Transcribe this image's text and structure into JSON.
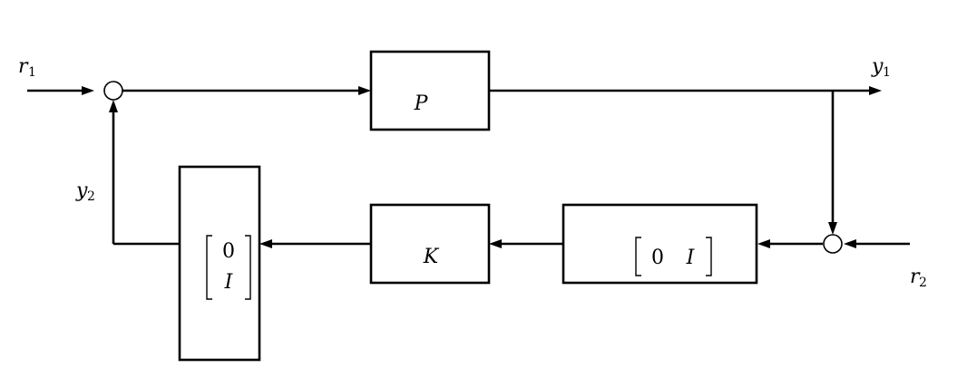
{
  "signals": {
    "r1": {
      "main": "r",
      "sub": "1"
    },
    "y1": {
      "main": "y",
      "sub": "1"
    },
    "y2": {
      "main": "y",
      "sub": "2"
    },
    "r2": {
      "main": "r",
      "sub": "2"
    }
  },
  "blocks": {
    "plant": "P",
    "controller": "K",
    "selector_out": {
      "zero": "0",
      "identity": "I"
    },
    "selector_in": {
      "zero": "0",
      "identity": "I"
    }
  }
}
